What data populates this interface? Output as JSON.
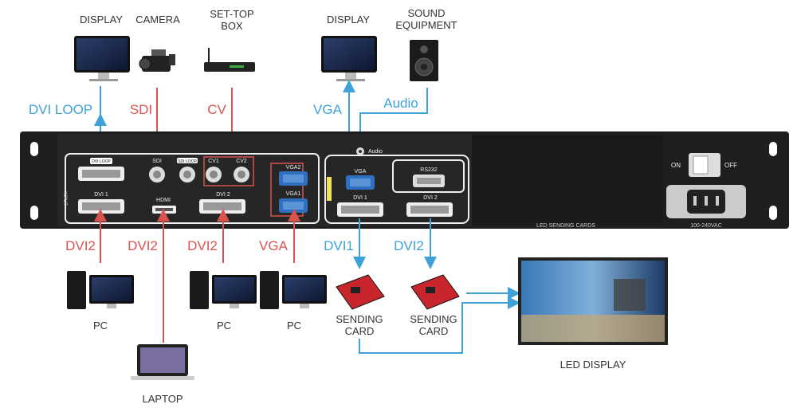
{
  "top_devices": {
    "display1": "DISPLAY",
    "camera": "CAMERA",
    "settop_line1": "SET-TOP",
    "settop_line2": "BOX",
    "display2": "DISPLAY",
    "sound_line1": "SOUND",
    "sound_line2": "EQUIPMENT"
  },
  "top_signals": {
    "dvi_loop": "DVI LOOP",
    "sdi": "SDI",
    "cv": "CV",
    "vga": "VGA",
    "audio": "Audio"
  },
  "bottom_signals": {
    "dvi2_a": "DVI2",
    "dvi2_b": "DVI2",
    "dvi2_c": "DVI2",
    "vga": "VGA",
    "dvi1": "DVI1",
    "dvi2_d": "DVI2"
  },
  "bottom_devices": {
    "pc1": "PC",
    "pc2": "PC",
    "pc3": "PC",
    "laptop": "LAPTOP",
    "sending_card1_line1": "SENDING",
    "sending_card1_line2": "CARD",
    "sending_card2_line1": "SENDING",
    "sending_card2_line2": "CARD",
    "led_display": "LED DISPLAY"
  },
  "panel": {
    "input": "INPUT",
    "dvi_loop_port": "DVI LOOP",
    "sdi_port": "SDI",
    "sdi_loop_port": "SDI LOOP",
    "cv1": "CV1",
    "cv2": "CV2",
    "vga2": "VGA2",
    "vga1": "VGA1",
    "dvi1_in": "DVI 1",
    "hdmi": "HDMI",
    "dvi2_in": "DVI 2",
    "audio": "Audio",
    "vga_out": "VGA",
    "dvi1_out": "DVI 1",
    "rs232": "RS232",
    "dvi2_out": "DVI 2",
    "sending_cards": "LED SENDING CARDS",
    "on": "ON",
    "off": "OFF",
    "voltage": "100-240VAC"
  },
  "colors": {
    "blue_signal": "#3ea2d8",
    "red_signal": "#d9534f",
    "chassis": "#1e1e1e",
    "card_red": "#c8262c"
  }
}
